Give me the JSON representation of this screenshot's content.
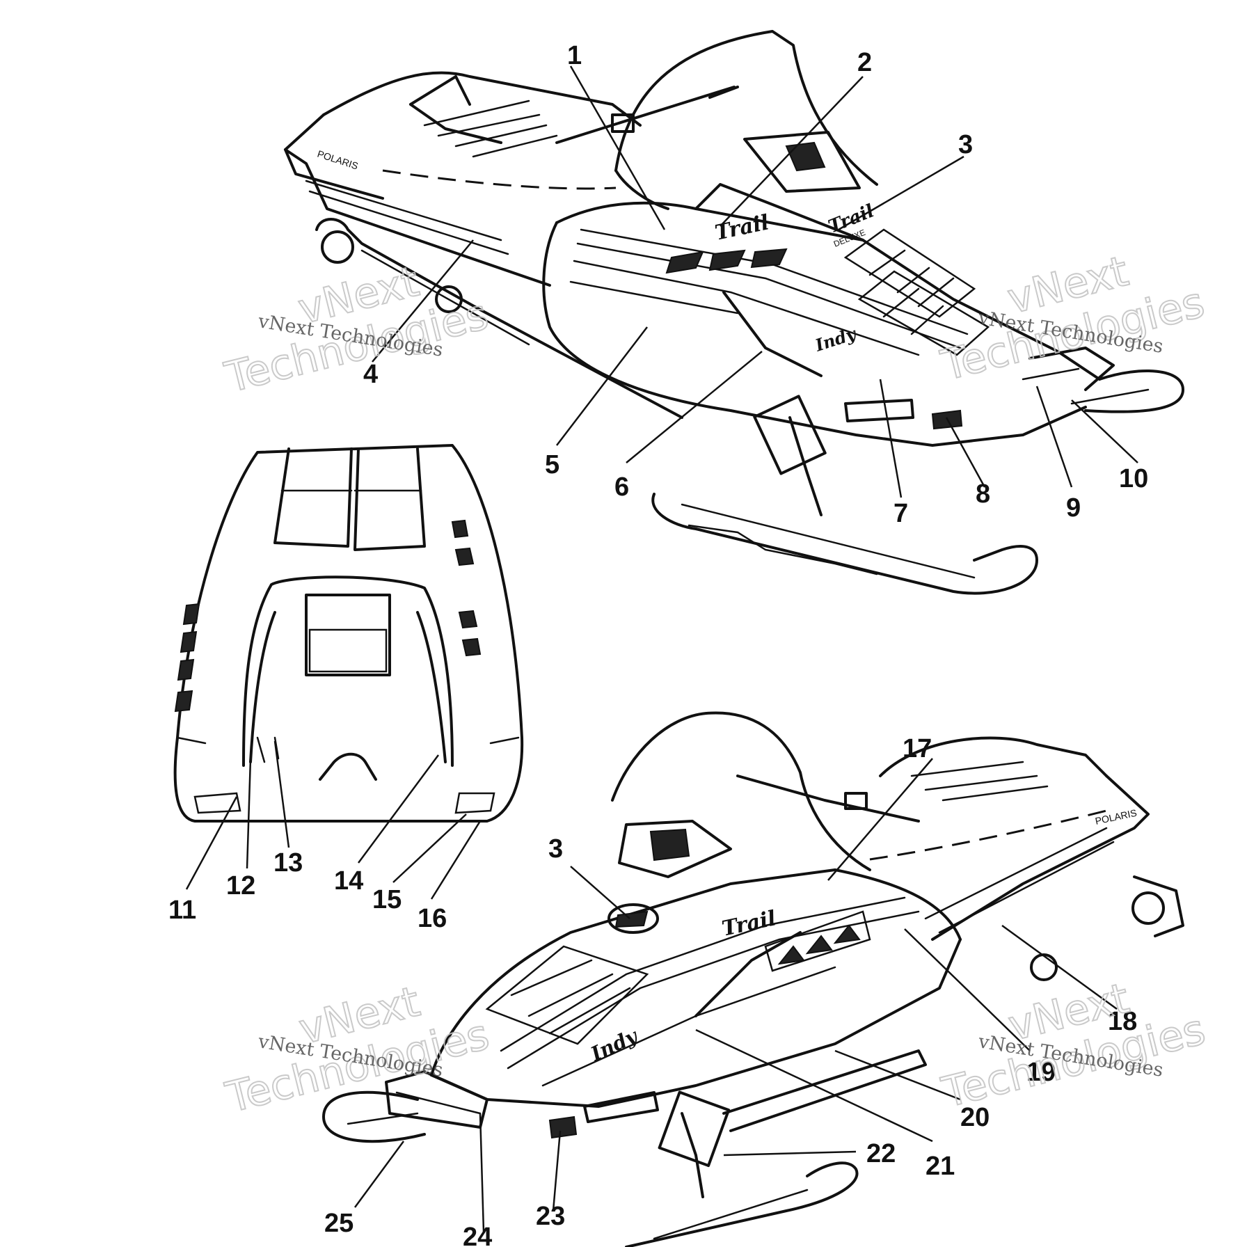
{
  "watermark": {
    "big_line1": "vNext",
    "big_line2": "Technologies",
    "small": "vNext Technologies"
  },
  "decal_text": {
    "brand": "POLARIS",
    "model": "Trail",
    "deluxe": "DELUXE",
    "indy": "Indy"
  },
  "callouts": [
    "1",
    "2",
    "3",
    "4",
    "5",
    "6",
    "7",
    "8",
    "9",
    "10",
    "11",
    "12",
    "13",
    "14",
    "15",
    "16",
    "17",
    "18",
    "19",
    "20",
    "21",
    "22",
    "23",
    "24",
    "25",
    "3"
  ],
  "colors": {
    "line": "#111111",
    "watermark": "#c4c4c4",
    "background": "#ffffff"
  }
}
